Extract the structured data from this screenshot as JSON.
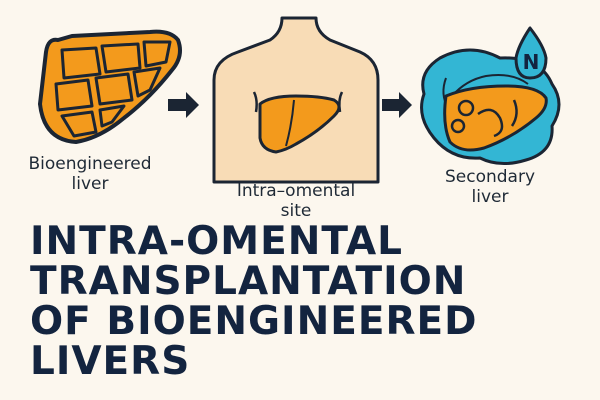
{
  "colors": {
    "background": "#fcf7ee",
    "liver_orange": "#f39a1c",
    "outline": "#1b2533",
    "body_skin": "#f8dcb6",
    "tissue_blue": "#33b6d4",
    "title_navy": "#13243f"
  },
  "steps": [
    {
      "icon": "bioengineered-liver-icon",
      "label_lines": [
        "Bioengineered",
        "liver"
      ]
    },
    {
      "icon": "torso-with-liver-icon",
      "label_lines": [
        "Intra–omental",
        "site"
      ]
    },
    {
      "icon": "secondary-liver-icon",
      "label_lines": [
        "Secondary",
        "liver"
      ]
    }
  ],
  "badge": {
    "icon": "nitrogen-drop-icon",
    "letter": "N"
  },
  "arrows": [
    "right-arrow-icon",
    "right-arrow-icon"
  ],
  "title_lines": [
    "INTRA-OMENTAL",
    "TRANSPLANTATION",
    "OF BIOENGINEERED",
    "LIVERS"
  ]
}
